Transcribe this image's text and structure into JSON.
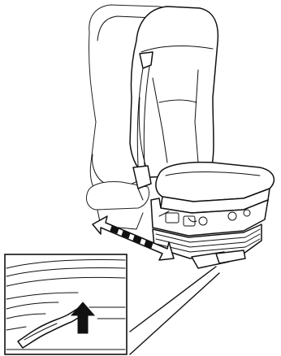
{
  "figure": {
    "icons": [
      "seat-ghost-position",
      "driver-seat",
      "fore-aft-arrow",
      "release-lever-detail",
      "lift-arrow"
    ]
  }
}
